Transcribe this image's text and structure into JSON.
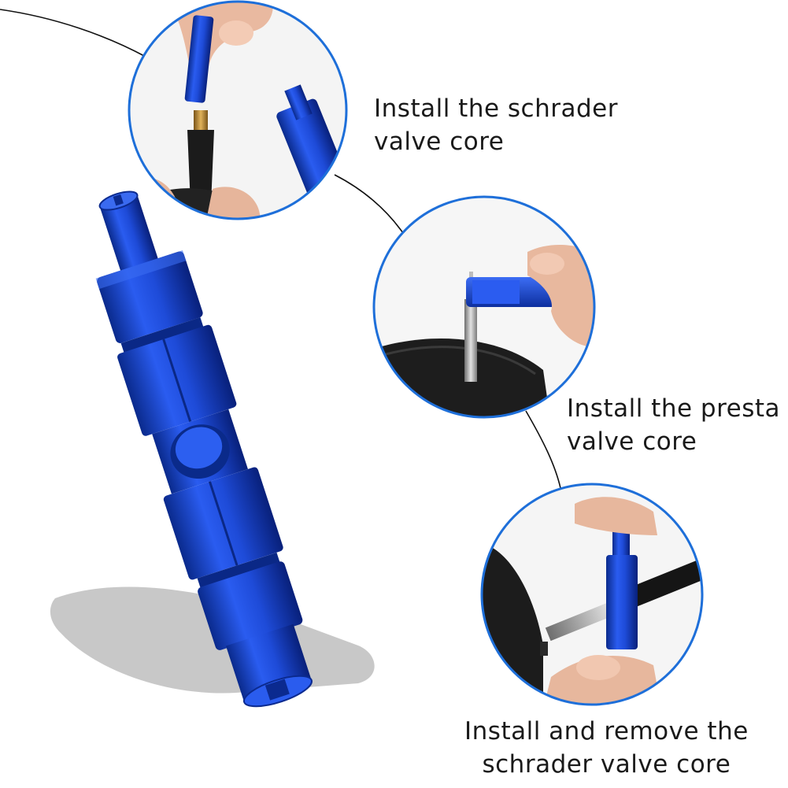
{
  "captions": {
    "schrader_install": {
      "line1": "Install the schrader",
      "line2": "valve core"
    },
    "presta_install": {
      "line1": "Install the presta",
      "line2": "valve core"
    },
    "schrader_remove": {
      "line1": "Install and remove the",
      "line2": "schrader valve core"
    }
  },
  "colors": {
    "tool_blue": "#1f4fd6",
    "tool_dark": "#0b2a8f",
    "circle_border": "#1e6fd9",
    "text": "#1a1a1a",
    "skin": "#e9b9a0",
    "tube_black": "#1b1b1b"
  }
}
